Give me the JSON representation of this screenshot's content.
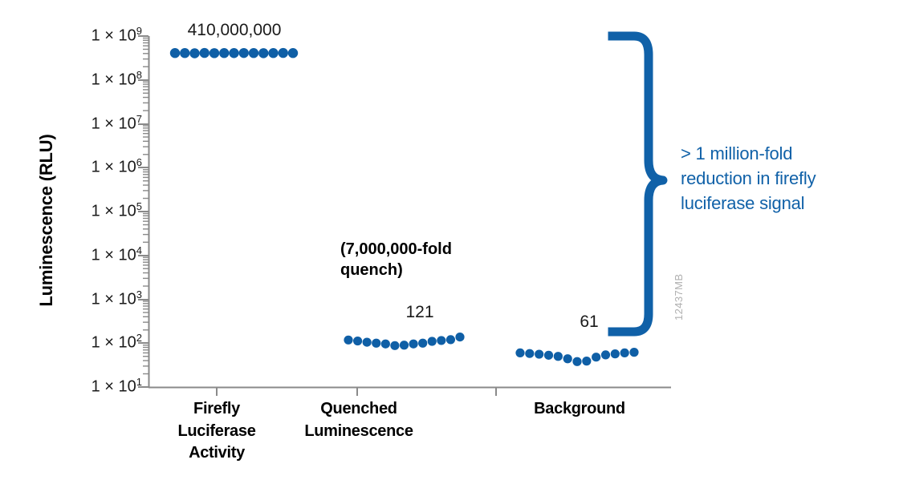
{
  "chart_data": {
    "type": "scatter",
    "title": "",
    "xlabel": "",
    "ylabel": "Luminescence (RLU)",
    "yscale": "log",
    "ylim": [
      10,
      1000000000
    ],
    "grid": false,
    "legend": "none",
    "ytick_labels": [
      {
        "mantissa": "1 × 10",
        "exponent": "9",
        "value": 1000000000
      },
      {
        "mantissa": "1 × 10",
        "exponent": "8",
        "value": 100000000
      },
      {
        "mantissa": "1 × 10",
        "exponent": "7",
        "value": 10000000
      },
      {
        "mantissa": "1 × 10",
        "exponent": "6",
        "value": 1000000
      },
      {
        "mantissa": "1 × 10",
        "exponent": "5",
        "value": 100000
      },
      {
        "mantissa": "1 × 10",
        "exponent": "4",
        "value": 10000
      },
      {
        "mantissa": "1 × 10",
        "exponent": "3",
        "value": 1000
      },
      {
        "mantissa": "1 × 10",
        "exponent": "2",
        "value": 100
      },
      {
        "mantissa": "1 × 10",
        "exponent": "1",
        "value": 10
      }
    ],
    "categories": [
      "Firefly Luciferase Activity",
      "Quenched Luminescence",
      "Background"
    ],
    "series": [
      {
        "name": "Firefly Luciferase Activity",
        "mean": 410000000,
        "values": [
          410000000,
          410000000,
          405000000,
          412000000,
          408000000,
          410000000,
          409000000,
          411000000,
          410000000,
          407000000,
          410000000,
          412000000,
          410000000
        ]
      },
      {
        "name": "Quenched Luminescence",
        "mean": 121,
        "values": [
          118,
          112,
          105,
          100,
          96,
          88,
          90,
          96,
          100,
          110,
          115,
          120,
          138
        ]
      },
      {
        "name": "Background",
        "mean": 61,
        "values": [
          60,
          58,
          56,
          53,
          50,
          44,
          38,
          39,
          48,
          54,
          57,
          60,
          62
        ]
      }
    ],
    "point_labels": [
      {
        "series": "Firefly Luciferase Activity",
        "text": "410,000,000"
      },
      {
        "series": "Quenched Luminescence",
        "text": "121"
      },
      {
        "series": "Background",
        "text": "61"
      }
    ],
    "annotations": [
      {
        "id": "quench-note",
        "text_lines": [
          "(7,000,000-fold",
          "quench)"
        ],
        "style": "bold-black"
      },
      {
        "id": "callout",
        "text_lines": [
          "> 1 million-fold",
          "reduction in firefly",
          "luciferase signal"
        ],
        "style": "blue-brace-callout"
      }
    ],
    "colors": {
      "marker": "#0F5FA6",
      "brace": "#1061A8",
      "callout_text": "#1061A8",
      "axis": "#8a8a8a",
      "text": "#1a1a1a",
      "background": "#ffffff",
      "watermark": "#b0b0b0"
    }
  },
  "figure": {
    "y_axis_title": "Luminescence (RLU)",
    "watermark": "12437MB",
    "value_labels": {
      "firefly": "410,000,000",
      "quenched": "121",
      "background": "61"
    },
    "quench_note": {
      "line1": "(7,000,000-fold",
      "line2": "quench)"
    },
    "callout": {
      "line1": "> 1 million-fold",
      "line2": "reduction in firefly",
      "line3": "luciferase signal"
    },
    "x_categories": {
      "firefly_l1": "Firefly",
      "firefly_l2": "Luciferase",
      "firefly_l3": "Activity",
      "quenched_l1": "Quenched",
      "quenched_l2": "Luminescence",
      "background_l1": "Background"
    }
  }
}
